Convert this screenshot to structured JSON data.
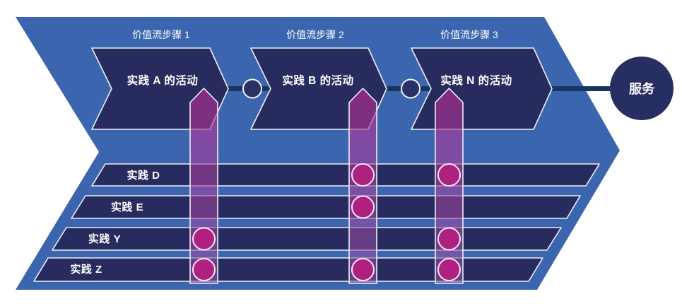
{
  "diagram": {
    "steps": [
      {
        "step_label": "价值流步骤 1",
        "activity_label": "实践 A 的活动"
      },
      {
        "step_label": "价值流步骤 2",
        "activity_label": "实践 B 的活动"
      },
      {
        "step_label": "价值流步骤 3",
        "activity_label": "实践 N 的活动"
      }
    ],
    "service_label": "服务",
    "practices": [
      {
        "label": "实践 D",
        "involved_steps": [
          2,
          3
        ]
      },
      {
        "label": "实践 E",
        "involved_steps": [
          2
        ]
      },
      {
        "label": "实践 Y",
        "involved_steps": [
          1,
          3
        ]
      },
      {
        "label": "实践 Z",
        "involved_steps": [
          1,
          2,
          3
        ]
      }
    ]
  },
  "colors": {
    "background_arrow": "#3b66af",
    "shape_navy": "#272b5e",
    "service_navy": "#272e61",
    "connector_line": "#14375f",
    "connector_node": "#2b3166",
    "band_top": "#ba2c94",
    "band_bottom": "#8d55a8",
    "dot_magenta": "#b02080"
  }
}
